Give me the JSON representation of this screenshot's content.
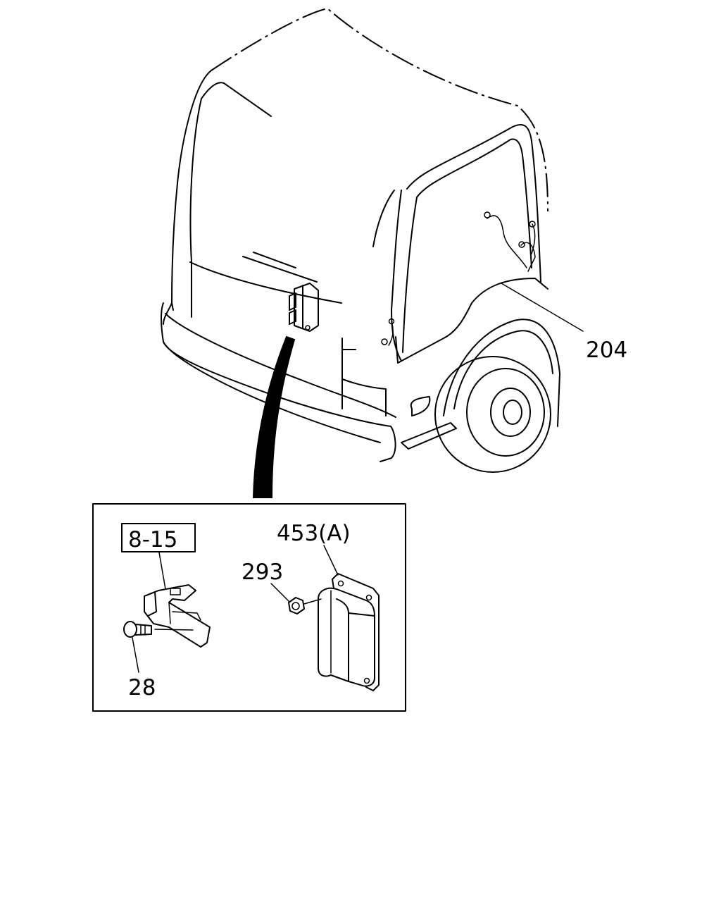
{
  "callouts": {
    "harness": "204",
    "ref_box": "8-15",
    "controller": "453(A)",
    "nut": "293",
    "bolt": "28"
  }
}
